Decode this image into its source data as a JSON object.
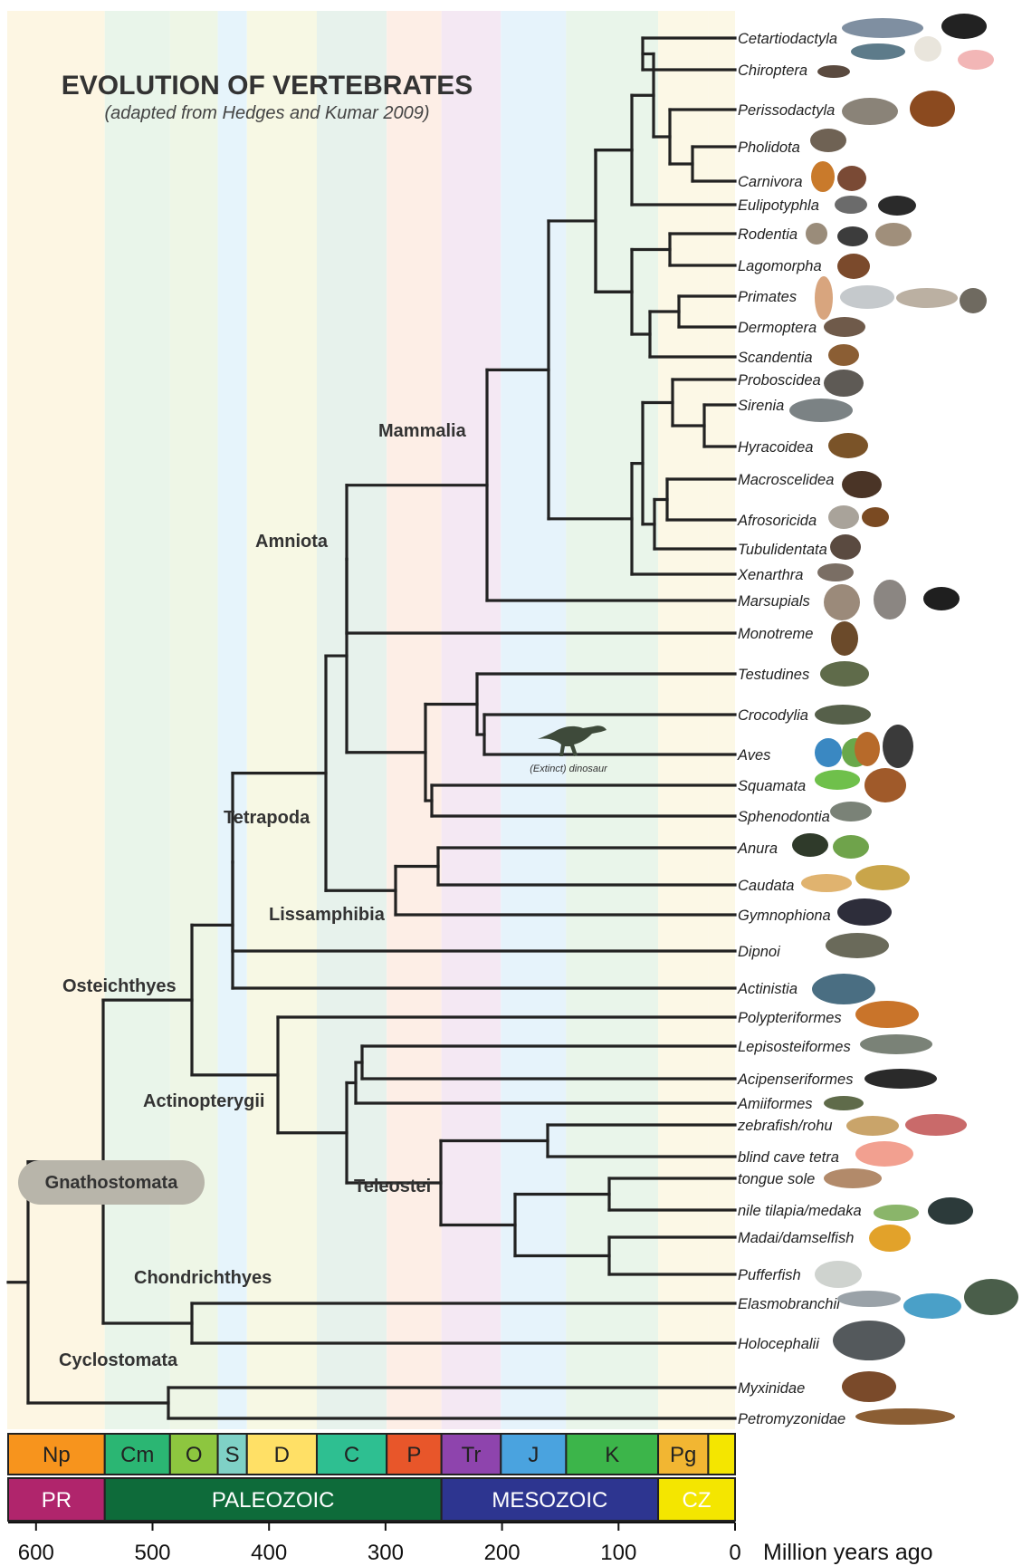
{
  "title": "EVOLUTION OF VERTEBRATES",
  "subtitle": "(adapted from Hedges and Kumar 2009)",
  "axis": {
    "unit": "Million years ago",
    "ticks": [
      600,
      500,
      400,
      300,
      200,
      100,
      0
    ]
  },
  "periods": [
    {
      "label": "Np",
      "start": 630,
      "end": 541,
      "color": "#f7941d",
      "text": "#222222",
      "band": "#fdf6e3"
    },
    {
      "label": "Cm",
      "start": 541,
      "end": 485,
      "color": "#2bb673",
      "text": "#222222",
      "band": "#e9f5ea"
    },
    {
      "label": "O",
      "start": 485,
      "end": 444,
      "color": "#8dc63f",
      "text": "#222222",
      "band": "#eef6e6"
    },
    {
      "label": "S",
      "start": 444,
      "end": 419,
      "color": "#7fd1c6",
      "text": "#222222",
      "band": "#e6f4fb"
    },
    {
      "label": "D",
      "start": 419,
      "end": 359,
      "color": "#ffe066",
      "text": "#222222",
      "band": "#f7f8e4"
    },
    {
      "label": "C",
      "start": 359,
      "end": 299,
      "color": "#2ebf91",
      "text": "#222222",
      "band": "#e7f2ec"
    },
    {
      "label": "P",
      "start": 299,
      "end": 252,
      "color": "#e8562a",
      "text": "#222222",
      "band": "#fdeee6"
    },
    {
      "label": "Tr",
      "start": 252,
      "end": 201,
      "color": "#8e44ad",
      "text": "#222222",
      "band": "#f4e8f3"
    },
    {
      "label": "J",
      "start": 201,
      "end": 145,
      "color": "#4aa3df",
      "text": "#222222",
      "band": "#e6f3fb"
    },
    {
      "label": "K",
      "start": 145,
      "end": 66,
      "color": "#3cb54a",
      "text": "#222222",
      "band": "#e9f5ea"
    },
    {
      "label": "Pg",
      "start": 66,
      "end": 23,
      "color": "#f2b632",
      "text": "#222222",
      "band": "#fcf8e6"
    },
    {
      "label": "",
      "start": 23,
      "end": 0,
      "color": "#f4e600",
      "text": "#222222",
      "band": "#fcf8e6"
    }
  ],
  "eras": [
    {
      "label": "PR",
      "start": 630,
      "end": 541,
      "color": "#b0256c"
    },
    {
      "label": "PALEOZOIC",
      "start": 541,
      "end": 252,
      "color": "#0e6b3a"
    },
    {
      "label": "MESOZOIC",
      "start": 252,
      "end": 66,
      "color": "#2d3590"
    },
    {
      "label": "CZ",
      "start": 66,
      "end": 0,
      "color": "#f4e600",
      "textColor": "#222222"
    }
  ],
  "taxa": [
    "Cetartiodactyla",
    "Chiroptera",
    "Perissodactyla",
    "Pholidota",
    "Carnivora",
    "Eulipotyphla",
    "Rodentia",
    "Lagomorpha",
    "Primates",
    "Dermoptera",
    "Scandentia",
    "Proboscidea",
    "Sirenia",
    "Hyracoidea",
    "Macroscelidea",
    "Afrosoricida",
    "Tubulidentata",
    "Xenarthra",
    "Marsupials",
    "Monotreme",
    "Testudines",
    "Crocodylia",
    "Aves",
    "Squamata",
    "Sphenodontia",
    "Anura",
    "Caudata",
    "Gymnophiona",
    "Dipnoi",
    "Actinistia",
    "Polypteriformes",
    "Lepisosteiformes",
    "Acipenseriformes",
    "Amiiformes",
    "zebrafish/rohu",
    "blind cave tetra",
    "tongue sole",
    "nile tilapia/medaka",
    "Madai/damselfish",
    "Pufferfish",
    "Elasmobranchii",
    "Holocephalii",
    "Myxinidae",
    "Petromyzonidae"
  ],
  "clades": {
    "mammalia": "Mammalia",
    "amniota": "Amniota",
    "tetrapoda": "Tetrapoda",
    "lissamphibia": "Lissamphibia",
    "osteichthyes": "Osteichthyes",
    "actinopterygii": "Actinopterygii",
    "teleostei": "Teleostei",
    "gnathostomata": "Gnathostomata",
    "chondrichthyes": "Chondrichthyes",
    "cyclostomata": "Cyclostomata"
  },
  "dinosaur_note": "(Extinct) dinosaur",
  "colors": {
    "branch": "#222222",
    "gnathostomata_pill": "#b8b5aa"
  }
}
